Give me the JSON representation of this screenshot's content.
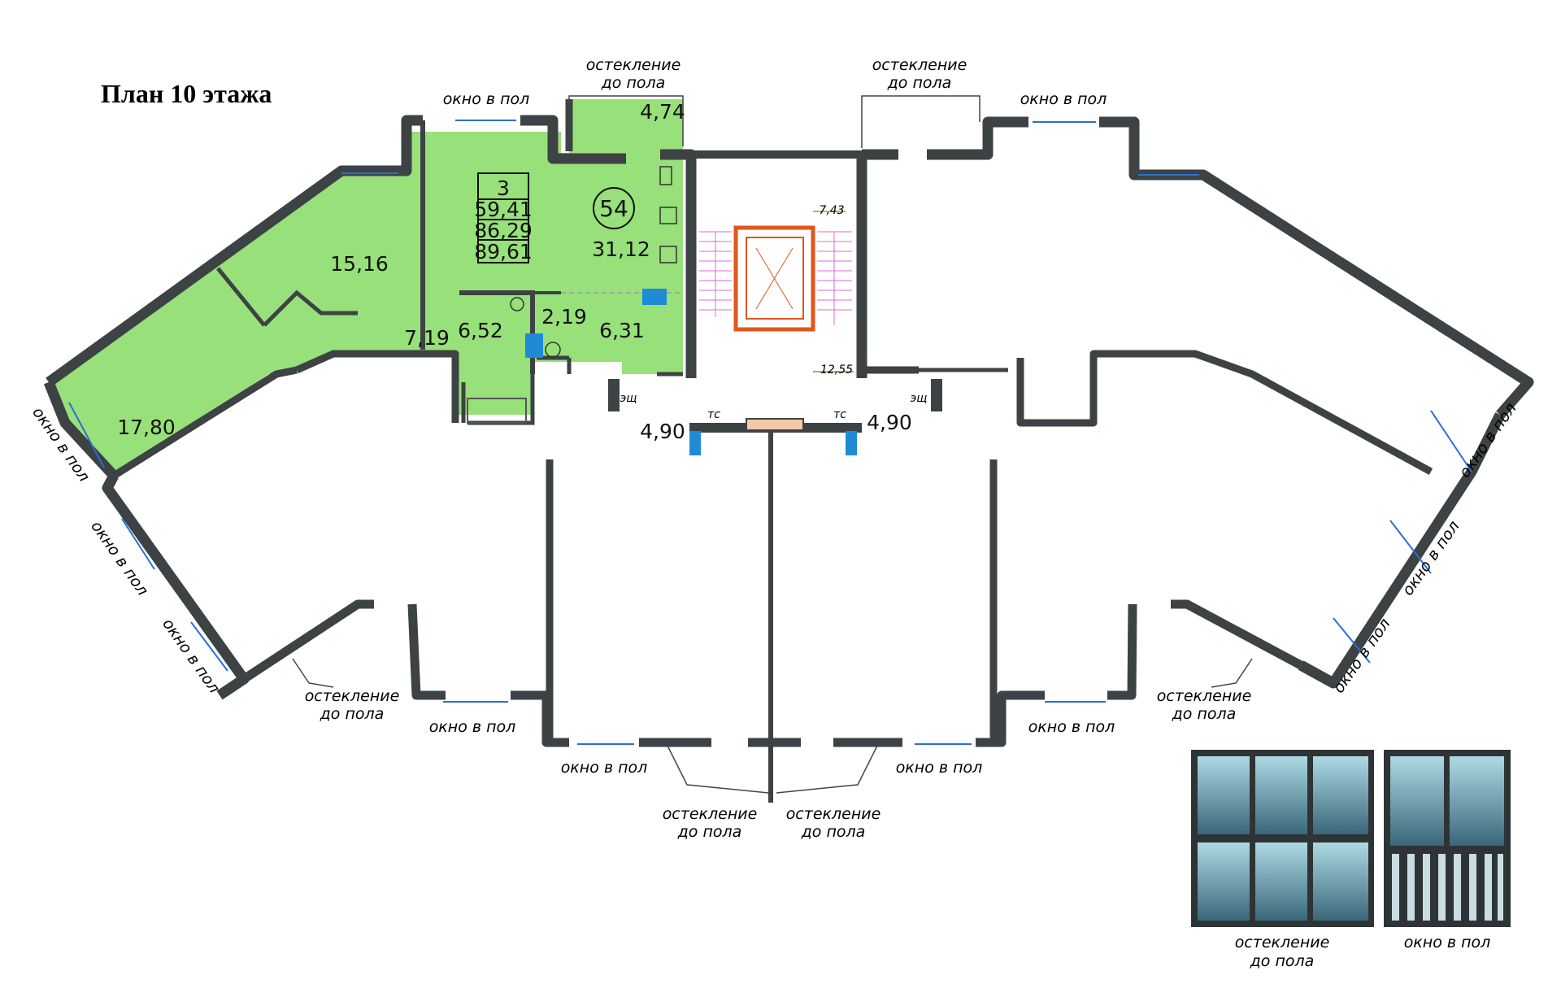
{
  "title": "План 10 этажа",
  "apartment": {
    "number": "54",
    "rooms": "3",
    "living_area": "59,41",
    "total_area": "86,29",
    "total_area_with_balcony": "89,61",
    "color": "#97e07a"
  },
  "areas": {
    "kitchen": "31,12",
    "room_1": "15,16",
    "room_2": "17,80",
    "hall": "7,19",
    "bath": "6,52",
    "wc": "2,19",
    "bedroom_3": "6,31",
    "balcony": "4,74",
    "stair_top": "7,43",
    "stair_bottom": "12,55",
    "corridor_left": "4,90",
    "corridor_right": "4,90"
  },
  "labels": {
    "window_floor": "окно в пол",
    "glazing_line1": "остекление",
    "glazing_line2": "до пола",
    "shaft_left": "эщ",
    "shaft_right": "эщ",
    "tc_left": "тс",
    "tc_right": "тс"
  },
  "legend": {
    "glazing_line1": "остекление",
    "glazing_line2": "до пола",
    "window": "окно в пол",
    "glass_top": "#a9d4e0",
    "glass_bottom": "#3d6b80",
    "frame": "#2e3436"
  }
}
